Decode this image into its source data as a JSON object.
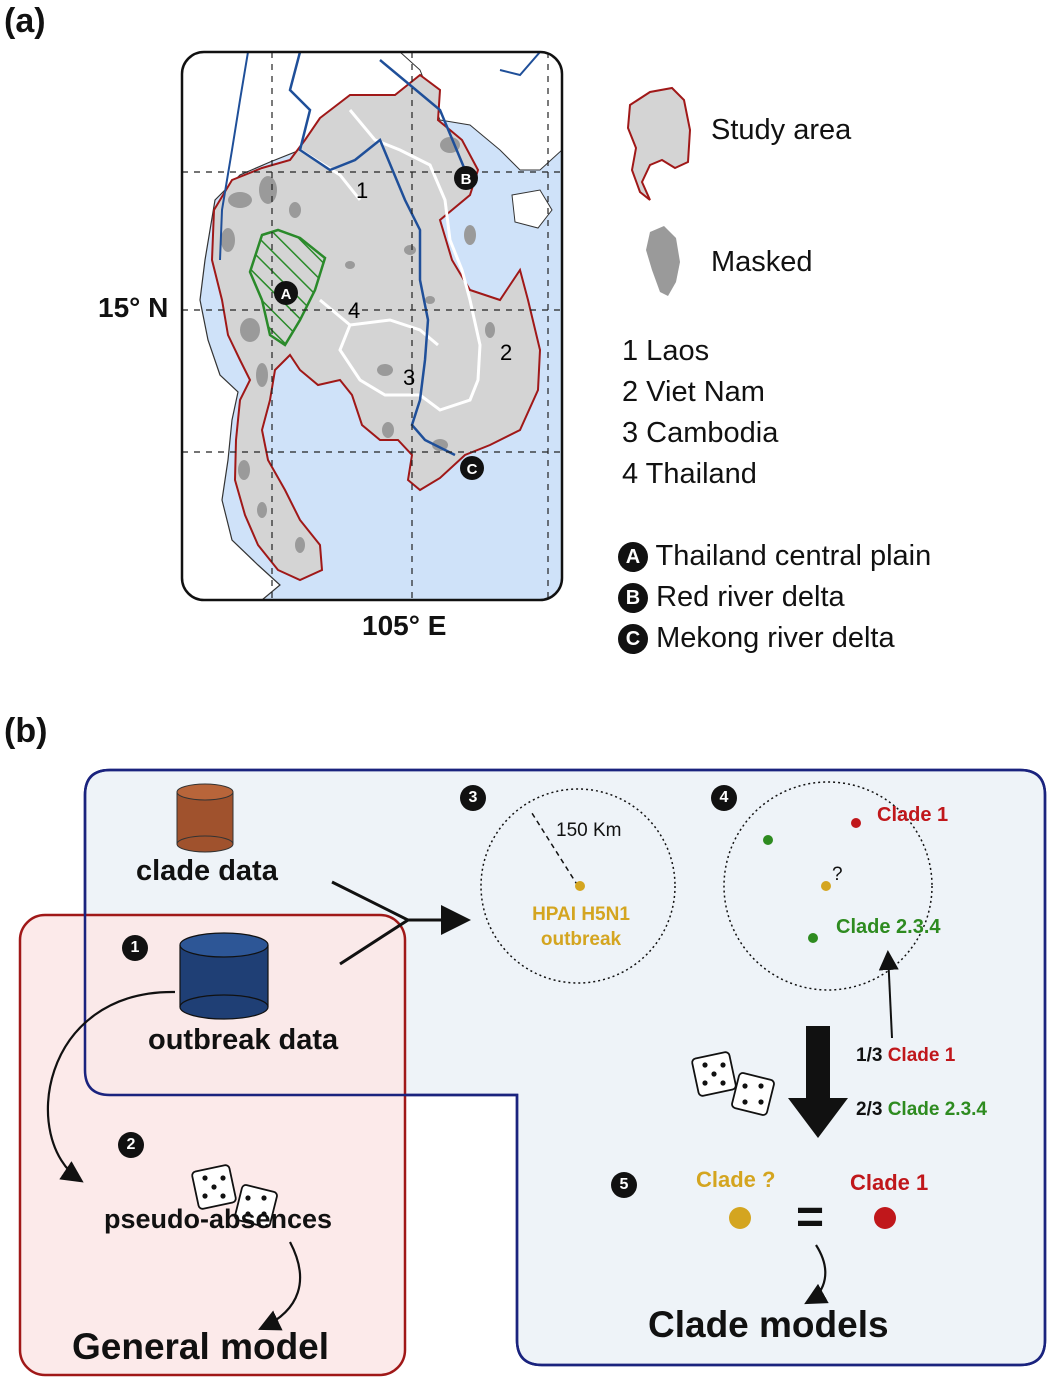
{
  "panel_a": {
    "label": "(a)",
    "lat_label": "15° N",
    "lon_label": "105° E",
    "map_numbers": [
      "1",
      "2",
      "3",
      "4"
    ],
    "map_markers": [
      "A",
      "B",
      "C"
    ],
    "legend": {
      "study_area": "Study area",
      "masked": "Masked",
      "countries": [
        "1 Laos",
        "2 Viet Nam",
        "3 Cambodia",
        "4 Thailand"
      ],
      "regions": [
        {
          "letter": "A",
          "label": "Thailand central plain"
        },
        {
          "letter": "B",
          "label": "Red river delta"
        },
        {
          "letter": "C",
          "label": "Mekong river delta"
        }
      ]
    },
    "colors": {
      "sea": "#cfe2f9",
      "land": "#d4d4d4",
      "study_border": "#a01818",
      "masked": "#9a9a9a",
      "plain": "#2a8a2a",
      "river": "#1f4f99"
    }
  },
  "panel_b": {
    "label": "(b)",
    "steps": [
      "1",
      "2",
      "3",
      "4",
      "5"
    ],
    "clade_data": "clade data",
    "outbreak_data": "outbreak data",
    "pseudo_absences": "pseudo-absences",
    "general_model": "General model",
    "clade_models": "Clade models",
    "radius_label": "150 Km",
    "outbreak_label_1": "HPAI H5N1",
    "outbreak_label_2": "outbreak",
    "unknown_mark": "?",
    "clade1": "Clade 1",
    "clade234": "Clade 2.3.4",
    "prob1_frac": "1/3",
    "prob2_frac": "2/3",
    "clade_unknown": "Clade ?",
    "equals": "=",
    "colors": {
      "blue_box": "#eef3f8",
      "blue_border": "#1a237e",
      "red_box": "#fce6e6",
      "red_border": "#a01818",
      "clade1": "#c0171b",
      "clade234": "#2e8b20",
      "outbreak": "#d4a520",
      "clade_db": "#a0522d",
      "outbreak_db": "#1f3f75"
    }
  }
}
